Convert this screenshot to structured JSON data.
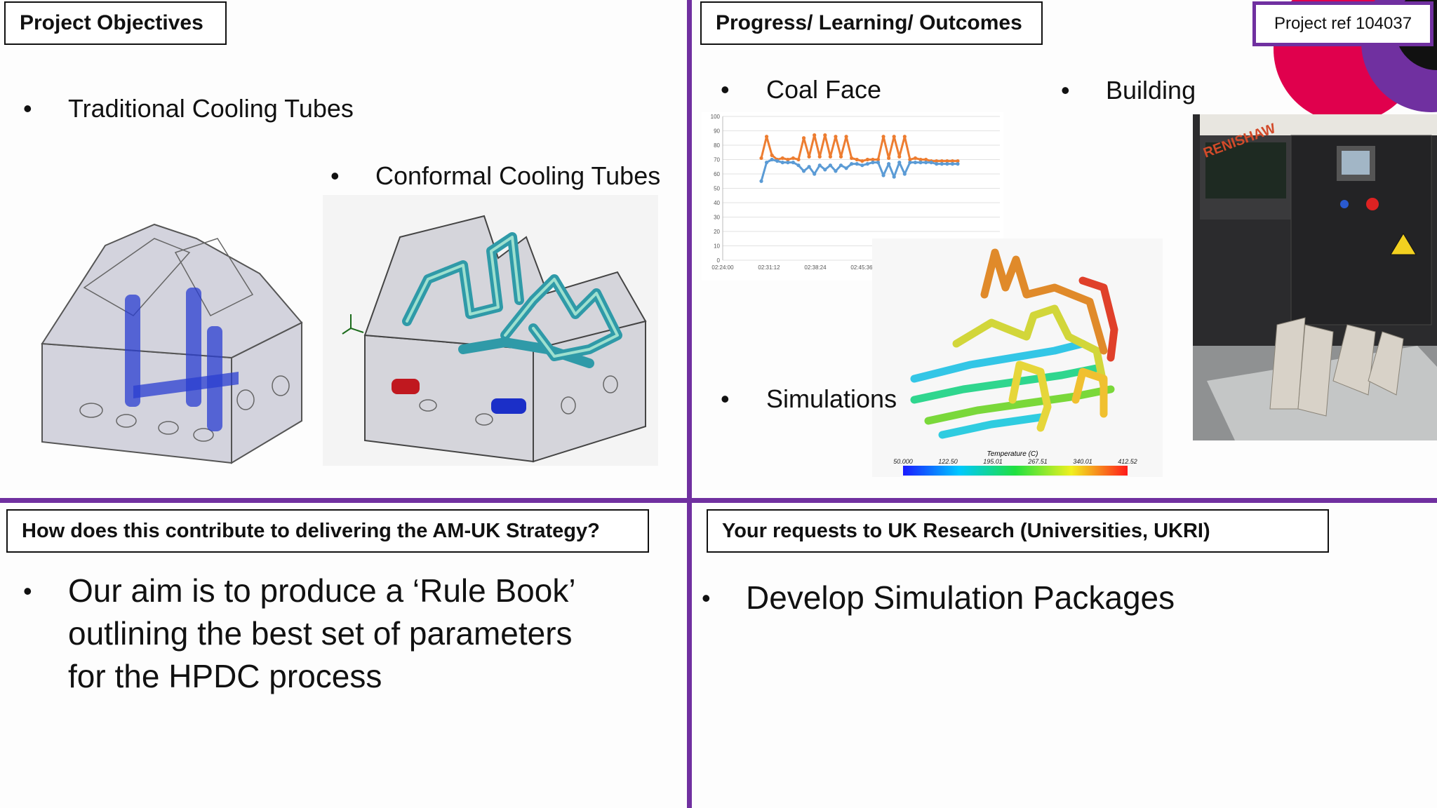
{
  "q1": {
    "title": "Project Objectives",
    "bullet_traditional": "Traditional Cooling Tubes",
    "bullet_conformal": "Conformal Cooling Tubes"
  },
  "q2": {
    "title": "Progress/ Learning/ Outcomes",
    "project_ref": "Project ref 104037",
    "bullet_coal_face": "Coal Face",
    "bullet_building": "Building",
    "bullet_simulations": "Simulations",
    "chart_data": {
      "type": "scatter",
      "title": "",
      "xlabel": "",
      "ylabel": "",
      "ylim": [
        0,
        100
      ],
      "y_ticks": [
        "0",
        "10",
        "20",
        "30",
        "40",
        "50",
        "60",
        "70",
        "80",
        "90",
        "100"
      ],
      "x_ticks": [
        "02:24:00",
        "02:31:12",
        "02:38:24",
        "02:45:36"
      ],
      "series": [
        {
          "color": "#ed7d31",
          "values": [
            71,
            86,
            73,
            70,
            71,
            70,
            71,
            70,
            85,
            72,
            87,
            72,
            87,
            72,
            86,
            72,
            86,
            71,
            70,
            69,
            70,
            70,
            70,
            86,
            71,
            86,
            72,
            86,
            70,
            71,
            70,
            70,
            69,
            69,
            69,
            69,
            69,
            69
          ]
        },
        {
          "color": "#5b9bd5",
          "values": [
            55,
            68,
            70,
            69,
            68,
            68,
            68,
            66,
            62,
            65,
            60,
            66,
            63,
            66,
            62,
            66,
            64,
            67,
            67,
            66,
            67,
            68,
            68,
            59,
            67,
            58,
            68,
            60,
            68,
            68,
            68,
            68,
            68,
            67,
            67,
            67,
            67,
            67
          ]
        }
      ]
    },
    "sim_legend": {
      "title": "Temperature (C)",
      "ticks": [
        "50.000",
        "122.50",
        "195.01",
        "267.51",
        "340.01",
        "412.52"
      ]
    },
    "machine_brand": "RENISHAW"
  },
  "q3": {
    "title": "How does this contribute to delivering the AM-UK Strategy?",
    "bullet_line1": "Our aim is to produce a ‘Rule Book’",
    "bullet_line2": "outlining the best set of parameters",
    "bullet_line3": "for the HPDC process"
  },
  "q4": {
    "title": "Your requests to UK Research (Universities, UKRI)",
    "bullet_develop": "Develop Simulation Packages"
  },
  "colors": {
    "accent": "#7030a0",
    "brand_red": "#e0004d"
  }
}
